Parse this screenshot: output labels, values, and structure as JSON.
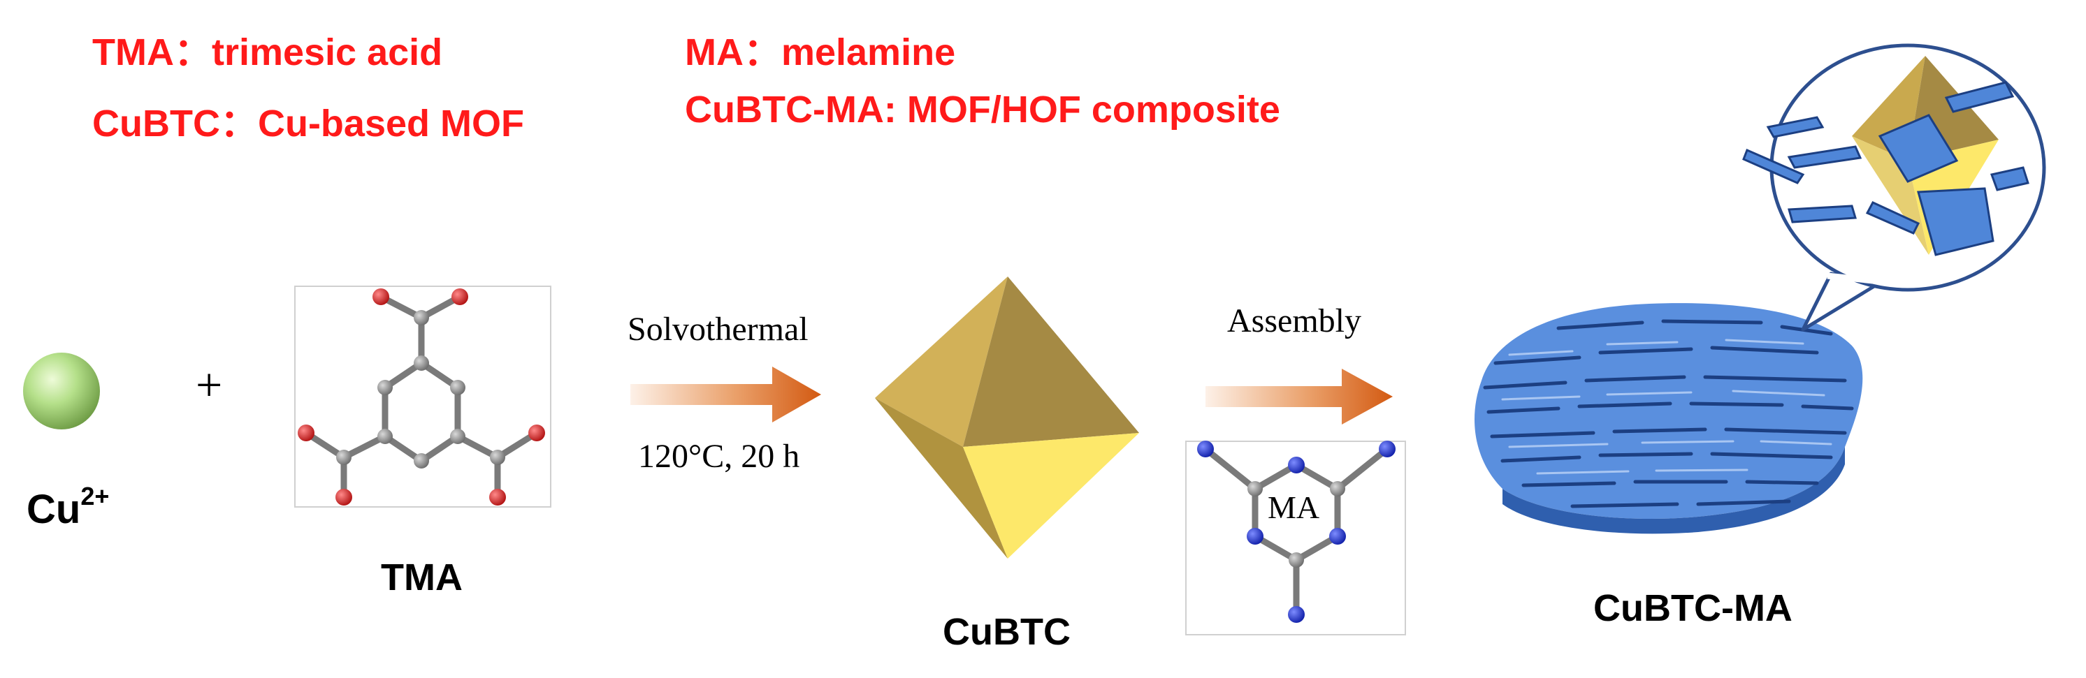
{
  "legend": {
    "tma": "TMA：trimesic acid",
    "cubtc": "CuBTC：Cu-based MOF",
    "ma": "MA：melamine",
    "cubtc_ma": "CuBTC-MA: MOF/HOF composite"
  },
  "labels": {
    "cu_base": "Cu",
    "cu_charge": "2+",
    "plus": "+",
    "tma": "TMA",
    "cubtc": "CuBTC",
    "cubtc_ma": "CuBTC-MA",
    "ma_inset": "MA"
  },
  "steps": {
    "step1_top": "Solvothermal",
    "step1_bottom": "120°C, 20 h",
    "step2_top": "Assembly"
  },
  "colors": {
    "legend_red": "#ff1a1a",
    "octa_gold": "#c9a94e",
    "octa_yellow": "#fbe36a",
    "flake_blue": "#4f86d8",
    "arrow_orange": "#d8621c",
    "oxygen_red": "#d61f1f",
    "nitrogen_blue": "#1a2fd8",
    "carbon_grey": "#8c8c8c",
    "cu_green": "#b5e08a"
  }
}
